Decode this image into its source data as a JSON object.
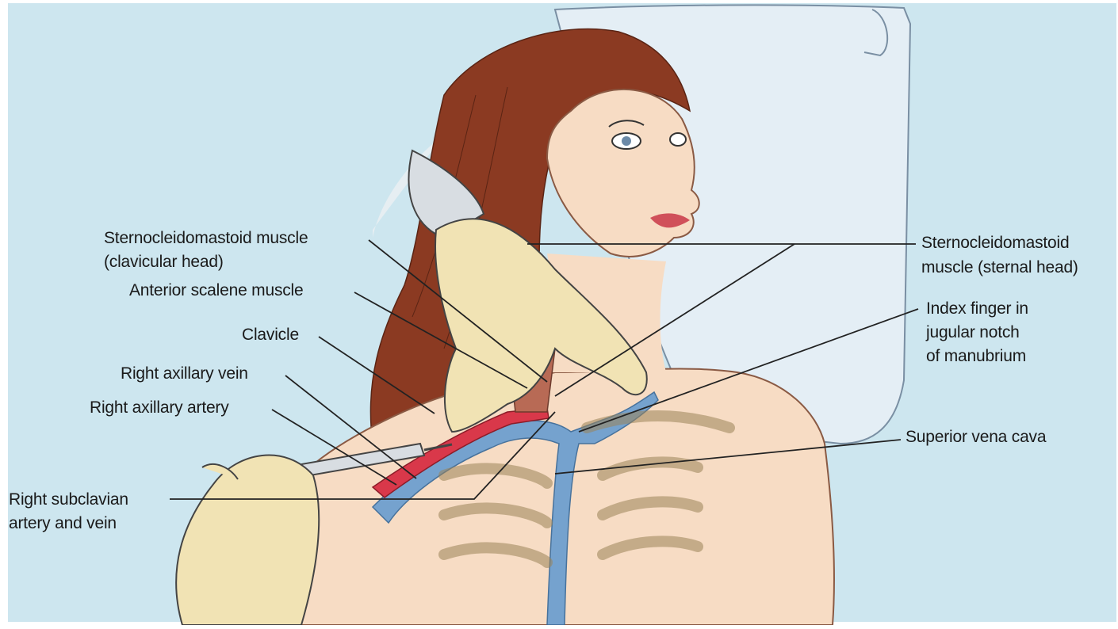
{
  "labels": {
    "scm_clavicular_1": "Sternocleidomastoid muscle",
    "scm_clavicular_2": "(clavicular head)",
    "anterior_scalene": "Anterior scalene muscle",
    "clavicle": "Clavicle",
    "right_axillary_vein": "Right axillary vein",
    "right_axillary_artery": "Right axillary artery",
    "right_subclavian_1": "Right subclavian",
    "right_subclavian_2": "artery and vein",
    "scm_sternal_1": "Sternocleidomastoid",
    "scm_sternal_2": "muscle (sternal head)",
    "index_finger_1": "Index finger in",
    "index_finger_2": "jugular notch",
    "index_finger_3": "of manubrium",
    "superior_vena_cava": "Superior vena cava"
  },
  "colors": {
    "background": "#cde6ef",
    "pillow": "#e4eef5",
    "skin": "#f7dcc4",
    "hair": "#8b3a22",
    "glove": "#f1e3b4",
    "vein": "#6f9fcf",
    "artery": "#d9384a",
    "rib": "#f3e2b3",
    "muscle": "#b86a55",
    "leader_line": "#222222"
  }
}
